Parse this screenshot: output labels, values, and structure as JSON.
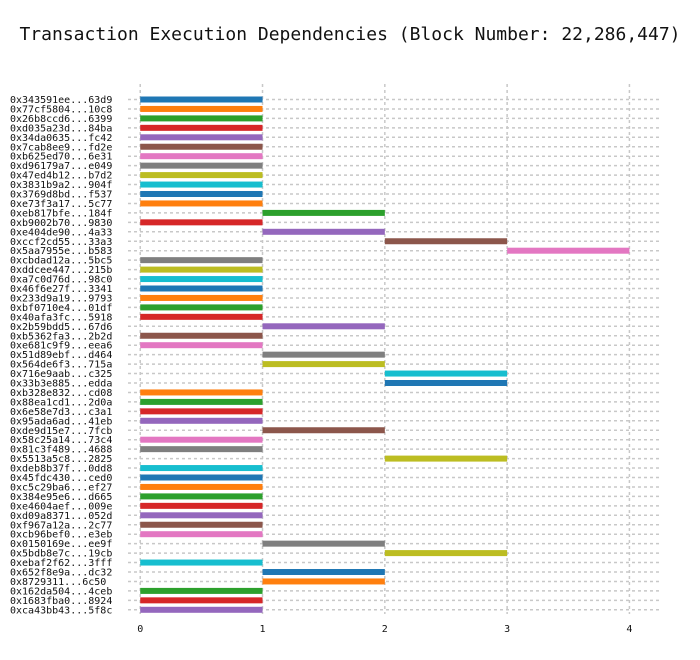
{
  "chart_data": {
    "type": "bar",
    "orientation": "horizontal-range",
    "title": "Transaction Execution Dependencies (Block Number: 22,286,447)",
    "xlabel": "",
    "ylabel": "",
    "xlim": [
      -0.1,
      4.25
    ],
    "x_ticks": [
      "0",
      "1",
      "2",
      "3",
      "4"
    ],
    "grid": true,
    "colors": [
      "#1f77b4",
      "#ff7f0e",
      "#2ca02c",
      "#d62728",
      "#9467bd",
      "#8c564b",
      "#e377c2",
      "#7f7f7f",
      "#bcbd22",
      "#17becf"
    ],
    "transactions": [
      {
        "label": "0x343591ee...63d9",
        "start": 0,
        "end": 1
      },
      {
        "label": "0x77cf5804...10c8",
        "start": 0,
        "end": 1
      },
      {
        "label": "0x26b8ccd6...6399",
        "start": 0,
        "end": 1
      },
      {
        "label": "0xd035a23d...84ba",
        "start": 0,
        "end": 1
      },
      {
        "label": "0x34da0635...fc42",
        "start": 0,
        "end": 1
      },
      {
        "label": "0x7cab8ee9...fd2e",
        "start": 0,
        "end": 1
      },
      {
        "label": "0xb625ed70...6e31",
        "start": 0,
        "end": 1
      },
      {
        "label": "0xd96179a7...e049",
        "start": 0,
        "end": 1
      },
      {
        "label": "0x47ed4b12...b7d2",
        "start": 0,
        "end": 1
      },
      {
        "label": "0x3831b9a2...904f",
        "start": 0,
        "end": 1
      },
      {
        "label": "0x3769d8bd...f537",
        "start": 0,
        "end": 1
      },
      {
        "label": "0xe73f3a17...5c77",
        "start": 0,
        "end": 1
      },
      {
        "label": "0xeb817bfe...184f",
        "start": 1,
        "end": 2
      },
      {
        "label": "0xb9002b70...9830",
        "start": 0,
        "end": 1
      },
      {
        "label": "0xe404de90...4a33",
        "start": 1,
        "end": 2
      },
      {
        "label": "0xccf2cd55...33a3",
        "start": 2,
        "end": 3
      },
      {
        "label": "0x5aa7955e...b583",
        "start": 3,
        "end": 4
      },
      {
        "label": "0xcbdad12a...5bc5",
        "start": 0,
        "end": 1
      },
      {
        "label": "0xddcee447...215b",
        "start": 0,
        "end": 1
      },
      {
        "label": "0xa7c0d76d...98c0",
        "start": 0,
        "end": 1
      },
      {
        "label": "0x46f6e27f...3341",
        "start": 0,
        "end": 1
      },
      {
        "label": "0x233d9a19...9793",
        "start": 0,
        "end": 1
      },
      {
        "label": "0xbf0710e4...01df",
        "start": 0,
        "end": 1
      },
      {
        "label": "0x40afa3fc...5918",
        "start": 0,
        "end": 1
      },
      {
        "label": "0x2b59bdd5...67d6",
        "start": 1,
        "end": 2
      },
      {
        "label": "0xb5362fa3...2b2d",
        "start": 0,
        "end": 1
      },
      {
        "label": "0xe681c9f9...eea6",
        "start": 0,
        "end": 1
      },
      {
        "label": "0x51d89ebf...d464",
        "start": 1,
        "end": 2
      },
      {
        "label": "0x564de6f3...715a",
        "start": 1,
        "end": 2
      },
      {
        "label": "0x716e9aab...c325",
        "start": 2,
        "end": 3
      },
      {
        "label": "0x33b3e885...edda",
        "start": 2,
        "end": 3
      },
      {
        "label": "0xb328e832...cd08",
        "start": 0,
        "end": 1
      },
      {
        "label": "0x88ea1cd1...2d0a",
        "start": 0,
        "end": 1
      },
      {
        "label": "0x6e58e7d3...c3a1",
        "start": 0,
        "end": 1
      },
      {
        "label": "0x95ada6ad...41eb",
        "start": 0,
        "end": 1
      },
      {
        "label": "0xde9d15e7...7fcb",
        "start": 1,
        "end": 2
      },
      {
        "label": "0x58c25a14...73c4",
        "start": 0,
        "end": 1
      },
      {
        "label": "0x81c3f489...4688",
        "start": 0,
        "end": 1
      },
      {
        "label": "0x5513a5c8...2825",
        "start": 2,
        "end": 3
      },
      {
        "label": "0xdeb8b37f...0dd8",
        "start": 0,
        "end": 1
      },
      {
        "label": "0x45fdc430...ced0",
        "start": 0,
        "end": 1
      },
      {
        "label": "0xc5c29ba6...ef27",
        "start": 0,
        "end": 1
      },
      {
        "label": "0x384e95e6...d665",
        "start": 0,
        "end": 1
      },
      {
        "label": "0xe4604aef...009e",
        "start": 0,
        "end": 1
      },
      {
        "label": "0xd09a8371...052d",
        "start": 0,
        "end": 1
      },
      {
        "label": "0xf967a12a...2c77",
        "start": 0,
        "end": 1
      },
      {
        "label": "0xcb96bef0...e3eb",
        "start": 0,
        "end": 1
      },
      {
        "label": "0x0150169e...ee9f",
        "start": 1,
        "end": 2
      },
      {
        "label": "0x5bdb8e7c...19cb",
        "start": 2,
        "end": 3
      },
      {
        "label": "0xebaf2f62...3fff",
        "start": 0,
        "end": 1
      },
      {
        "label": "0x652f8e9a...dc32",
        "start": 1,
        "end": 2
      },
      {
        "label": "0x8729311...6c50",
        "start": 1,
        "end": 2
      },
      {
        "label": "0x162da504...4ceb",
        "start": 0,
        "end": 1
      },
      {
        "label": "0x1683fba0...8924",
        "start": 0,
        "end": 1
      },
      {
        "label": "0xca43bb43...5f8c",
        "start": 0,
        "end": 1
      }
    ]
  }
}
